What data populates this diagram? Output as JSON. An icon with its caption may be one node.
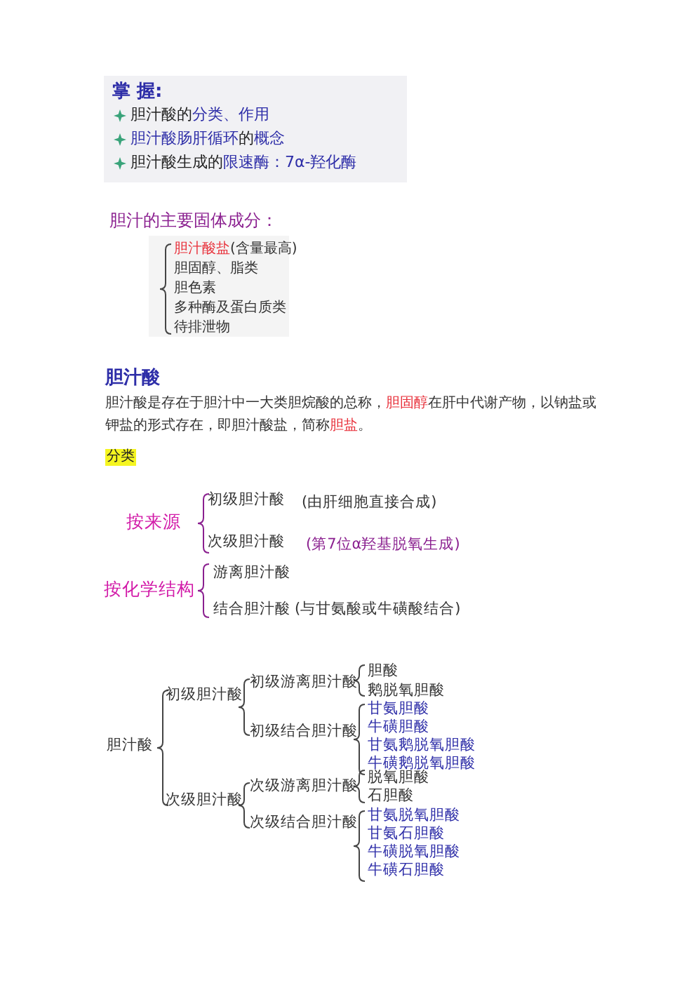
{
  "diagram": {
    "labels": [
      "掌 握:",
      "胆汁酸的**分类、作用**",
      "**胆汁酸肠肝循环**的**概念**",
      "胆汁酸生成的**限速酶：7α-羟化酶**",
      "胆汁的主要固体成分：",
      "**胆汁酸盐**(含量最高)",
      "胆固醇、脂类",
      "胆色素",
      "多种酶及蛋白质类",
      "待排泄物",
      "胆汁酸",
      "胆汁酸是存在于胆汁中一大类胆烷酸的总称，**胆固醇**在肝中代谢产物，以钠盐或钾盐的形式存在，即胆汁酸盐，简称**胆盐**。",
      "分类",
      "按来源",
      "初级胆汁酸",
      "(由肝细胞直接合成)",
      "次级胆汁酸",
      "(第7位α羟基脱氧生成)",
      "按化学结构",
      "游离胆汁酸",
      "结合胆汁酸",
      "(与甘氨酸或牛磺酸结合)",
      "胆汁酸",
      "初级胆汁酸",
      "初级游离胆汁酸",
      "胆酸",
      "鹅脱氧胆酸",
      "初级结合胆汁酸",
      "甘氨胆酸",
      "牛磺胆酸",
      "甘氨鹅脱氧胆酸",
      "牛磺鹅脱氧胆酸",
      "次级胆汁酸",
      "次级游离胆汁酸",
      "脱氧胆酸",
      "石胆酸",
      "次级结合胆汁酸",
      "甘氨脱氧胆酸",
      "甘氨石胆酸",
      "牛磺脱氧胆酸",
      "牛磺石胆酸"
    ]
  }
}
